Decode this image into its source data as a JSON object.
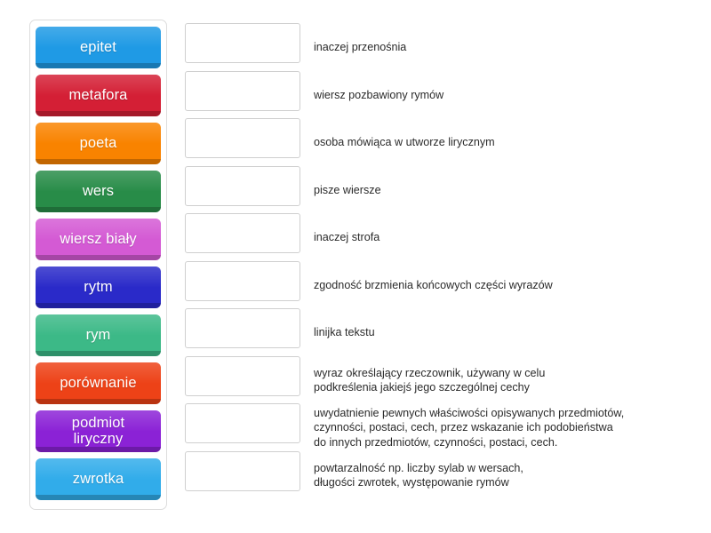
{
  "activity": {
    "type": "match-up",
    "language": "pl"
  },
  "tiles_panel": {
    "tiles": [
      {
        "label": "epitet",
        "color": "#1f9ae5"
      },
      {
        "label": "metafora",
        "color": "#d41f35"
      },
      {
        "label": "poeta",
        "color": "#f98300"
      },
      {
        "label": "wers",
        "color": "#288c48"
      },
      {
        "label": "wiersz biały",
        "color": "#d45ad4"
      },
      {
        "label": "rytm",
        "color": "#2a2ac9"
      },
      {
        "label": "rym",
        "color": "#3cb987"
      },
      {
        "label": "porównanie",
        "color": "#ed4217"
      },
      {
        "label": "podmiot\nliryczny",
        "color": "#8b22d6"
      },
      {
        "label": "zwrotka",
        "color": "#31acea"
      }
    ]
  },
  "answer_rows": [
    {
      "dropbox_value": "",
      "definition": "inaczej przenośnia"
    },
    {
      "dropbox_value": "",
      "definition": "wiersz pozbawiony rymów"
    },
    {
      "dropbox_value": "",
      "definition": "osoba mówiąca w utworze lirycznym"
    },
    {
      "dropbox_value": "",
      "definition": "pisze wiersze"
    },
    {
      "dropbox_value": "",
      "definition": "inaczej strofa"
    },
    {
      "dropbox_value": "",
      "definition": "zgodność brzmienia końcowych części wyrazów"
    },
    {
      "dropbox_value": "",
      "definition": "linijka tekstu"
    },
    {
      "dropbox_value": "",
      "definition": "wyraz określający rzeczownik, używany w celu\npodkreślenia jakiejś jego szczególnej cechy"
    },
    {
      "dropbox_value": "",
      "definition": "uwydatnienie pewnych właściwości opisywanych przedmiotów,\nczynności, postaci, cech, przez wskazanie ich podobieństwa\ndo innych przedmiotów, czynności, postaci, cech."
    },
    {
      "dropbox_value": "",
      "definition": "powtarzalność np. liczby sylab w wersach,\ndługości zwrotek, występowanie rymów"
    }
  ],
  "colors": {
    "page_background": "#ffffff",
    "panel_border": "#dcdcdc",
    "dropbox_border": "#cfcfcf",
    "definition_text": "#2b2b2b",
    "tile_text": "#ffffff"
  }
}
